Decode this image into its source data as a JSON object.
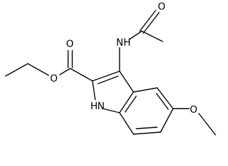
{
  "molecule": {
    "atom_labels": {
      "carbonyl_oxygen_ester": "O",
      "ester_oxygen": "O",
      "ring_nitrogen": "H",
      "ring_nitrogen_symbol": "N",
      "amide_nitrogen": "NH",
      "amide_carbonyl_oxygen": "O",
      "methoxy_oxygen": "O"
    }
  }
}
